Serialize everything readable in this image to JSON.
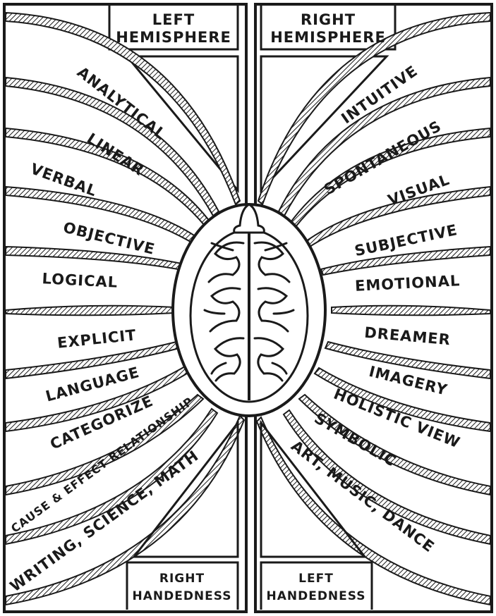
{
  "left_hemisphere": {
    "title_line1": "LEFT",
    "title_line2": "HEMISPHERE",
    "traits": {
      "analytical": "ANALYTICAL",
      "linear": "LINEAR",
      "verbal": "VERBAL",
      "objective": "OBJECTIVE",
      "logical": "LOGICAL",
      "explicit": "EXPLICIT",
      "language": "LANGUAGE",
      "categorize": "CATEGORIZE",
      "cause_effect": "CAUSE & EFFECT RELATIONSHIP",
      "writing": "WRITING, SCIENCE, MATH"
    },
    "handedness_line1": "RIGHT",
    "handedness_line2": "HANDEDNESS"
  },
  "right_hemisphere": {
    "title_line1": "RIGHT",
    "title_line2": "HEMISPHERE",
    "traits": {
      "intuitive": "INTUITIVE",
      "spontaneous": "SPONTANEOUS",
      "visual": "VISUAL",
      "subjective": "SUBJECTIVE",
      "emotional": "EMOTIONAL",
      "dreamer": "DREAMER",
      "imagery": "IMAGERY",
      "holistic": "HOLISTIC VIEW",
      "symbolic": "SYMBOLIC",
      "art": "ART, MUSIC, DANCE"
    },
    "handedness_line1": "LEFT",
    "handedness_line2": "HANDEDNESS"
  },
  "colors": {
    "ink": "#1a1a1a",
    "paper": "#ffffff"
  }
}
